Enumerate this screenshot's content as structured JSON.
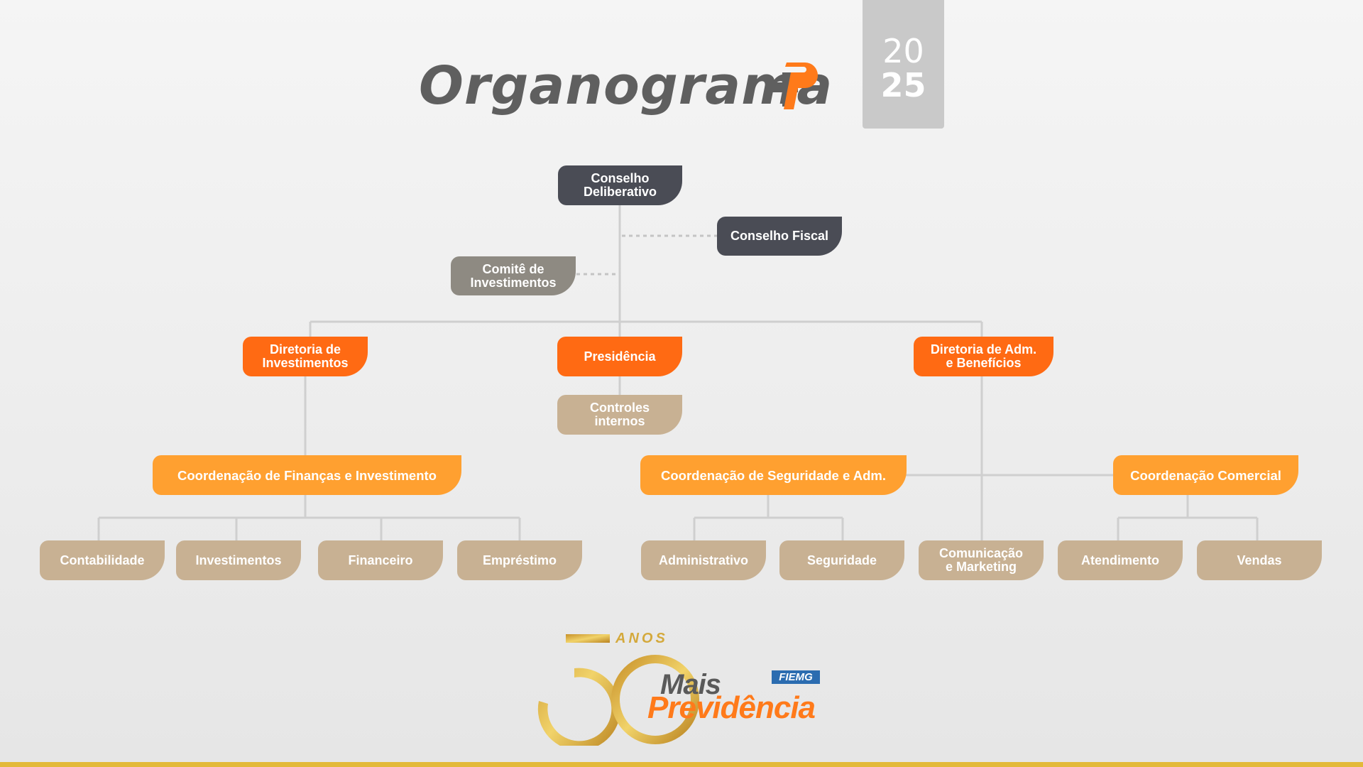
{
  "header": {
    "title": "Organograma",
    "year_top": "20",
    "year_bottom": "25"
  },
  "colors": {
    "title": "#5f5f5f",
    "dark": "#4a4c55",
    "gray": "#8e8a82",
    "orange": "#ff6a13",
    "amber": "#ffa030",
    "beige": "#c8b193",
    "connector": "#cfcfcf",
    "gold": "#e3b93a"
  },
  "nodes": {
    "conselho_deliberativo": "Conselho\nDeliberativo",
    "conselho_fiscal": "Conselho Fiscal",
    "comite_investimentos": "Comitê de\nInvestimentos",
    "diretoria_investimentos": "Diretoria de\nInvestimentos",
    "presidencia": "Presidência",
    "diretoria_adm": "Diretoria de Adm.\ne Benefícios",
    "controles_internos": "Controles\ninternos",
    "coord_financas": "Coordenação  de Finanças e Investimento",
    "coord_seguridade": "Coordenação de Seguridade e Adm.",
    "coord_comercial": "Coordenação Comercial",
    "contabilidade": "Contabilidade",
    "investimentos": "Investimentos",
    "financeiro": "Financeiro",
    "emprestimo": "Empréstimo",
    "administrativo": "Administrativo",
    "seguridade": "Seguridade",
    "comunicacao": "Comunicação\ne Marketing",
    "atendimento": "Atendimento",
    "vendas": "Vendas"
  },
  "footer": {
    "anos": "ANOS",
    "mais": "Mais",
    "previdencia": "Previdência",
    "fiemg": "FIEMG"
  }
}
